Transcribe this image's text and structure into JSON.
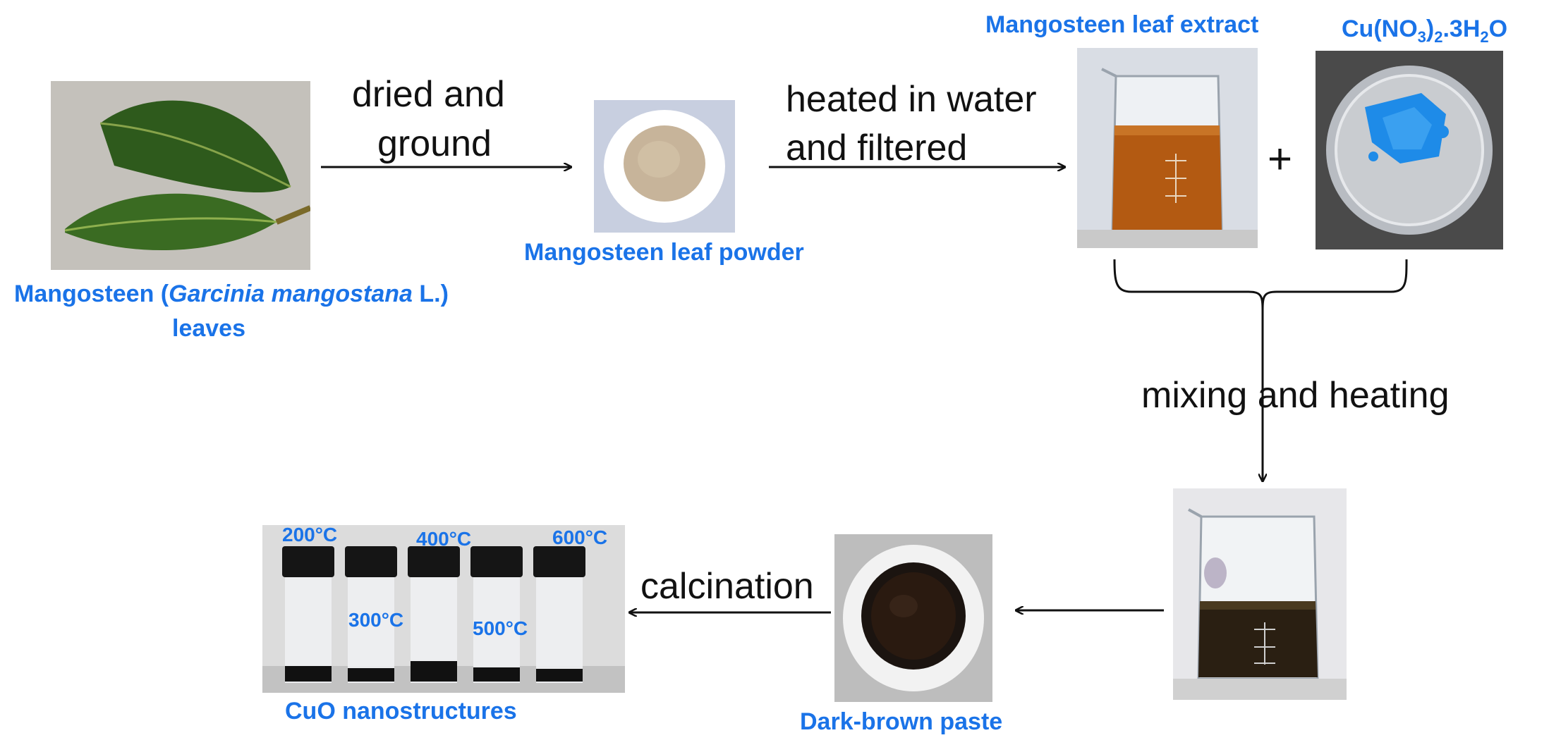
{
  "labels": {
    "leaves_prefix": "Mangosteen (",
    "leaves_species": "Garcinia  mangostana",
    "leaves_suffix": "  L.)",
    "leaves_line2": "leaves",
    "leaf_powder": "Mangosteen leaf powder",
    "leaf_extract": "Mangosteen leaf extract",
    "cu_main": "Cu(NO",
    "cu_sub1": "3",
    "cu_mid": ")",
    "cu_sub2": "2",
    "cu_end": ".3H",
    "cu_sub3": "2",
    "cu_o": "O",
    "dark_paste": "Dark-brown paste",
    "cuo": "CuO nanostructures"
  },
  "steps": {
    "dried_line1": "dried and",
    "dried_line2": "ground",
    "heated_line1": "heated in water",
    "heated_line2": "and filtered",
    "plus": "+",
    "mixing": "mixing  and heating",
    "calcination": "calcination"
  },
  "temperatures": [
    "200°C",
    "300°C",
    "400°C",
    "500°C",
    "600°C"
  ],
  "colors": {
    "label_blue": "#1a73e8",
    "arrow": "#111111",
    "extract_amber": "#b35a12",
    "copper_nitrate": "#1e8be8",
    "paste": "#2a1a10"
  }
}
